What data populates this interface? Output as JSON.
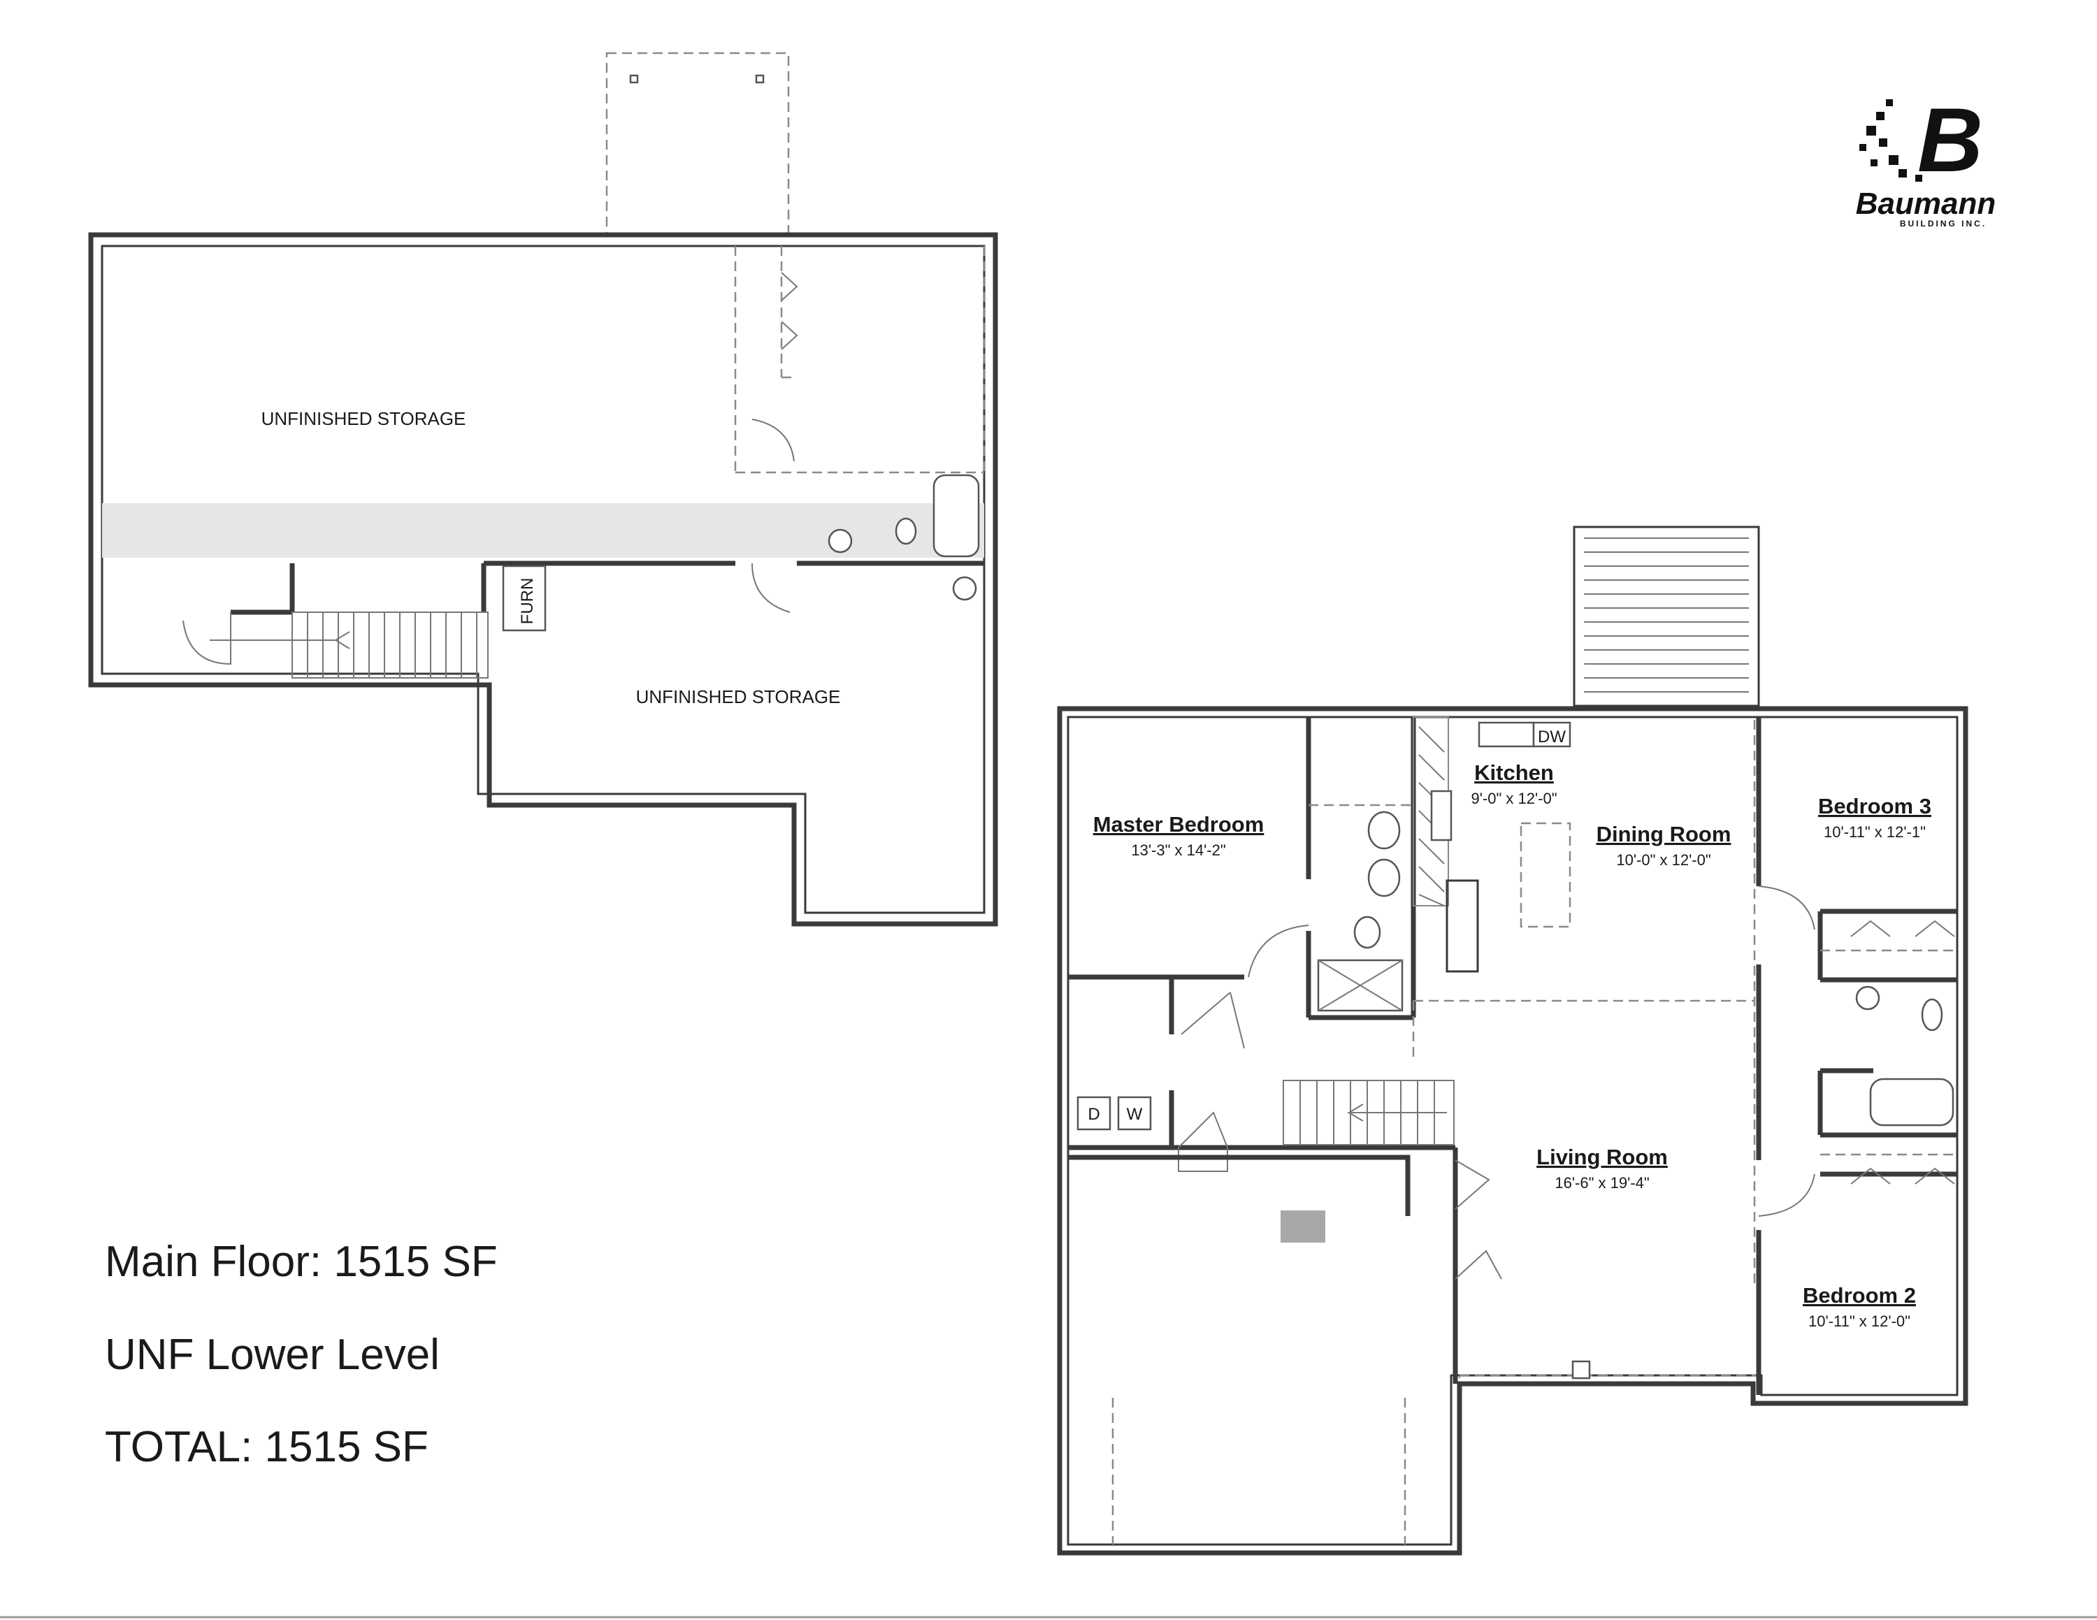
{
  "brand": {
    "name": "Baumann",
    "tagline": "BUILDING INC.",
    "monogram": "B"
  },
  "lower_level": {
    "rooms": [
      {
        "label": "UNFINISHED STORAGE"
      },
      {
        "label": "UNFINISHED STORAGE"
      }
    ],
    "furnace_label": "FURN"
  },
  "main_floor": {
    "rooms": [
      {
        "name": "Master Bedroom",
        "dim": "13'-3\" x 14'-2\""
      },
      {
        "name": "Kitchen",
        "dim": "9'-0\" x 12'-0\""
      },
      {
        "name": "Dining Room",
        "dim": "10'-0\" x 12'-0\""
      },
      {
        "name": "Bedroom 3",
        "dim": "10'-11\" x 12'-1\""
      },
      {
        "name": "Living Room",
        "dim": "16'-6\" x 19'-4\""
      },
      {
        "name": "Bedroom 2",
        "dim": "10'-11\" x 12'-0\""
      }
    ],
    "appliances": {
      "dishwasher": "DW",
      "dryer": "D",
      "washer": "W"
    }
  },
  "summary": {
    "main_floor": "Main Floor: 1515 SF",
    "lower_level": "UNF Lower Level",
    "total": "TOTAL: 1515 SF"
  }
}
